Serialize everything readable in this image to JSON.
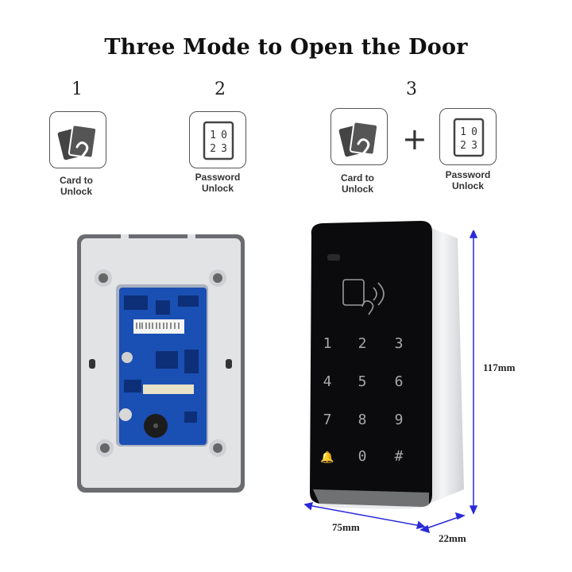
{
  "title": "Three Mode to Open the Door",
  "modes": [
    {
      "number": "1",
      "caption_line1": "Card to",
      "caption_line2": "Unlock",
      "icon": "card-icon"
    },
    {
      "number": "2",
      "caption_line1": "Password",
      "caption_line2": "Unlock",
      "icon": "keypad-icon"
    },
    {
      "number": "3",
      "plus": "+",
      "card_caption_line1": "Card to",
      "card_caption_line2": "Unlock",
      "password_caption_line1": "Password",
      "password_caption_line2": "Unlock"
    }
  ],
  "keypad_icon_digits": [
    "1",
    "0",
    "2",
    "3"
  ],
  "keypad_keys": [
    "1",
    "2",
    "3",
    "4",
    "5",
    "6",
    "7",
    "8",
    "9",
    "🔔",
    "0",
    "#"
  ],
  "dimensions": {
    "height": "117mm",
    "width": "75mm",
    "depth": "22mm"
  },
  "colors": {
    "dimension_line": "#2a2ad8",
    "device_face": "#0b0b0d",
    "device_shell": "#e9eaec",
    "pcb": "#1a4fb3",
    "back_plate": "#e2e3e5"
  }
}
